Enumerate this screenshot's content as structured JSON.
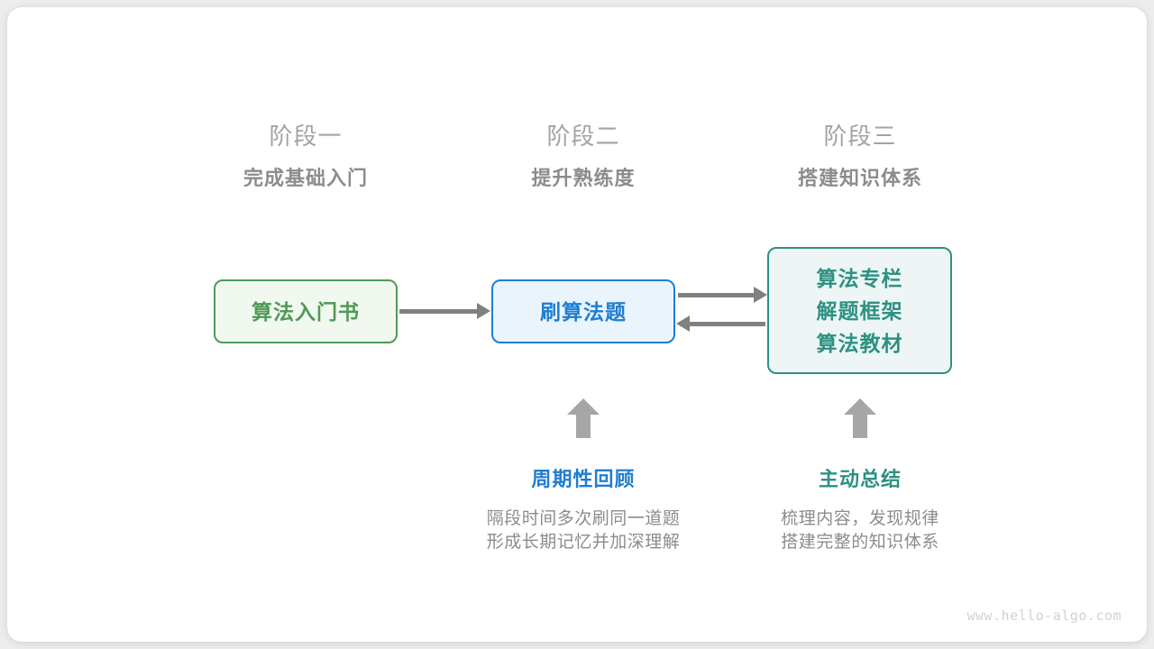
{
  "watermark": "www.hello-algo.com",
  "stages": [
    {
      "label": "阶段一",
      "subtitle": "完成基础入门"
    },
    {
      "label": "阶段二",
      "subtitle": "提升熟练度"
    },
    {
      "label": "阶段三",
      "subtitle": "搭建知识体系"
    }
  ],
  "nodes": {
    "book": {
      "label": "算法入门书",
      "color": "#4f9a55",
      "fill": "#f1f8f0"
    },
    "practice": {
      "label": "刷算法题",
      "color": "#1f7ed0",
      "fill": "#e9f4fd"
    },
    "resources": {
      "lines": [
        "算法专栏",
        "解题框架",
        "算法教材"
      ],
      "color": "#2d9183",
      "fill": "#edf6f4"
    }
  },
  "connectors": {
    "book_to_practice": "arrow-right",
    "practice_to_resources": "arrow-right",
    "resources_to_practice": "arrow-left",
    "color": "#808080"
  },
  "tips": [
    {
      "title": "周期性回顾",
      "color": "#1f7ed0",
      "desc_line1": "隔段时间多次刷同一道题",
      "desc_line2": "形成长期记忆并加深理解"
    },
    {
      "title": "主动总结",
      "color": "#2d9183",
      "desc_line1": "梳理内容，发现规律",
      "desc_line2": "搭建完整的知识体系"
    }
  ]
}
